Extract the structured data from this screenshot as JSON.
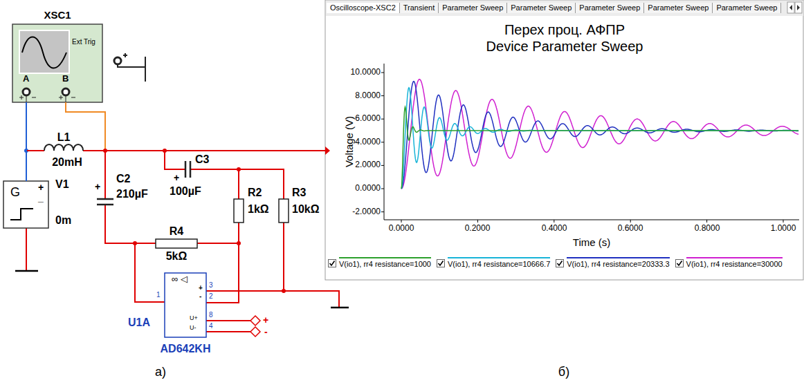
{
  "diagram": {
    "nodes": [
      {
        "text": [
          "XSC1",
          "Ext Trig",
          "A",
          "B"
        ]
      },
      {
        "text": [
          "G",
          "+",
          "_"
        ]
      },
      {
        "text": [
          "∞ ◁",
          "+",
          "-",
          "U+",
          "U-",
          "1",
          "3",
          "2",
          "8",
          "4"
        ]
      },
      {
        "text": [
          "Перех проц. АФПР",
          "Device Parameter Sweep"
        ]
      }
    ],
    "edges": [
      {
        "from": 0,
        "to": 1,
        "arrow": "none"
      }
    ],
    "labels": [
      "L1",
      "20mH",
      "V1",
      "0m",
      "+",
      "C2",
      "210µF",
      "+",
      "C3",
      "100µF",
      "R2",
      "1kΩ",
      "R3",
      "10kΩ",
      "R4",
      "5kΩ",
      "U1A",
      "AD642KH",
      "а)",
      "б)",
      "+",
      "-",
      "Oscilloscope-XSC2",
      "Transient",
      "Parameter Sweep",
      "Parameter Sweep",
      "Parameter Sweep",
      "Parameter Sweep",
      "Parameter Sweep",
      "10.0000",
      "8.0000",
      "6.0000",
      "4.0000",
      "2.0000",
      "0.0000",
      "-2.0000",
      "0.0000",
      "0.2000",
      "0.4000",
      "0.6000",
      "0.8000",
      "1.0000",
      "Voltage (V)",
      "Time (s)"
    ],
    "legend": [
      {
        "text": "V(io1), rr4 resistance=1000"
      },
      {
        "text": "V(io1), rr4 resistance=10666.7"
      },
      {
        "text": "V(io1), rr4 resistance=20333.3"
      },
      {
        "text": "V(io1), rr4 resistance=30000"
      }
    ]
  }
}
